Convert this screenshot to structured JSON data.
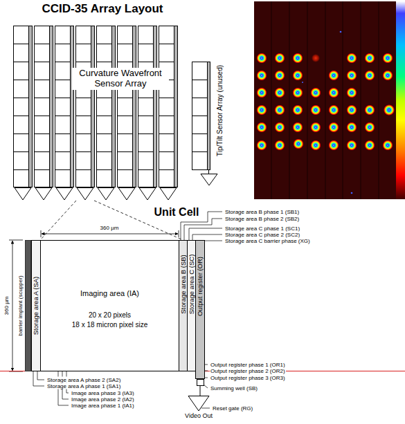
{
  "diagram": {
    "title": "CCID-35 Array Layout",
    "nodes": [
      {
        "text": [
          "Curvature Wavefront Sensor Array"
        ]
      },
      {
        "text": [
          "Tip/Tilt Sensor Array (unused)"
        ]
      },
      {
        "text": [
          "barrier implant (scupper)"
        ]
      },
      {
        "text": [
          "Storage area A (SA)"
        ]
      },
      {
        "text": [
          "Imaging area (IA)",
          "20 x 20 pixels",
          "18 x 18 micron pixel size"
        ]
      },
      {
        "text": [
          "Storage area B (SB)"
        ]
      },
      {
        "text": [
          "Storage area C (SC)"
        ]
      },
      {
        "text": [
          "Output register (OR)"
        ]
      },
      {
        "text": [
          "Video Out"
        ]
      }
    ],
    "edges": [
      {
        "from": 7,
        "to": 8,
        "arrow": "none"
      }
    ],
    "labels": [
      "Unit Cell",
      "360 µm",
      "360 µm",
      "Storage area B phase 1 (SB1)",
      "Storage area B phase 2 (SB2)",
      "Storage area C phase 1 (SC1)",
      "Storage area C phase 2 (SC2)",
      "Storage area C barrier phase (XG)",
      "Output register phase 1 (OR1)",
      "Output register phase 2 (OR2)",
      "Output register phase 3 (OR3)",
      "Summing well (SB)",
      "Reset gate (RG)",
      "Image area phase 3 (IA3)",
      "Image area phase 2 (IA2)",
      "Image area phase 1 (IA1)",
      "Storage area A phase 2 (SA2)",
      "Storage area A phase 1 (SA1)"
    ]
  }
}
